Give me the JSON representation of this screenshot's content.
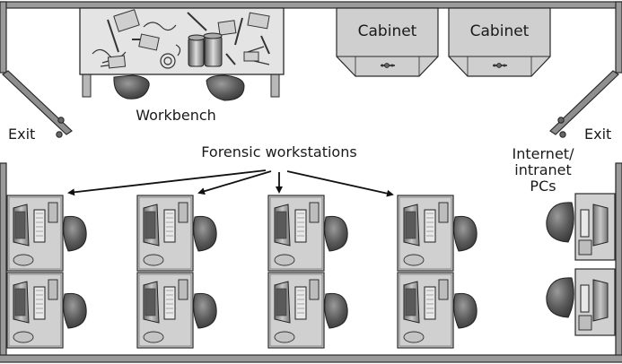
{
  "labels": {
    "cabinet_left": "Cabinet",
    "cabinet_right": "Cabinet",
    "workbench": "Workbench",
    "exit_left": "Exit",
    "exit_right": "Exit",
    "forensic_workstations": "Forensic workstations",
    "internet_pcs_line1": "Internet/",
    "internet_pcs_line2": "intranet",
    "internet_pcs_line3": "PCs"
  },
  "colors": {
    "wall": "#9a9a9a",
    "wall_stroke": "#2a2a2a",
    "desk": "#d0d0d0",
    "monitor": "#9c9c9c",
    "chair": "#5e5e5e",
    "cabinet": "#cfcfcf",
    "bench_top": "#e4e4e4"
  }
}
